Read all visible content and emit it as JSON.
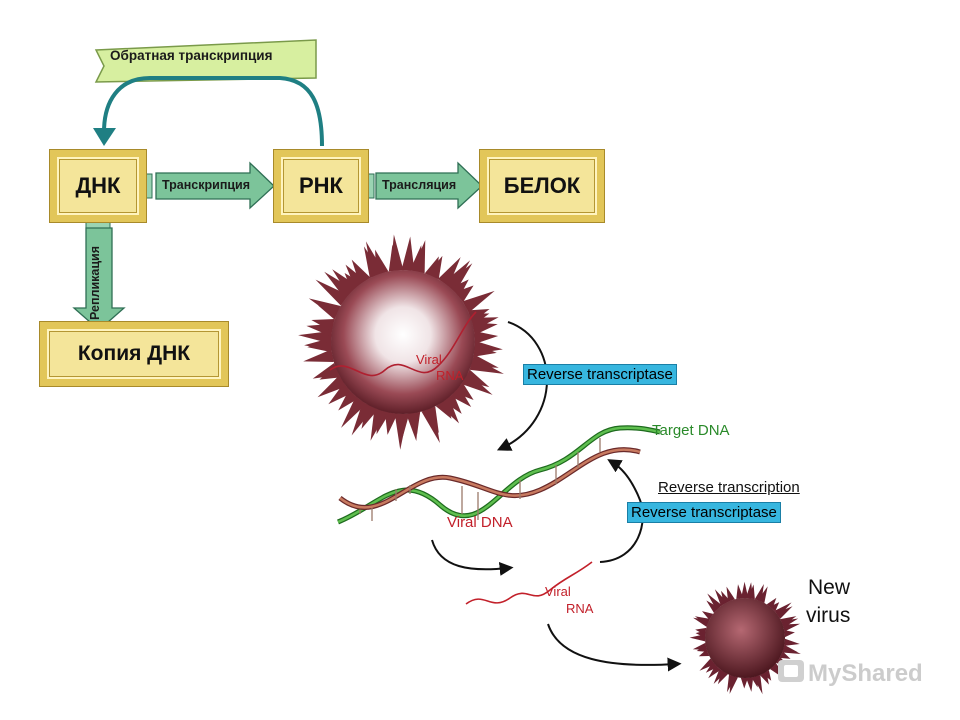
{
  "flow": {
    "reverse_transcription_ru": "Обратная транскрипция",
    "dna": "ДНК",
    "rna": "РНК",
    "protein": "БЕЛОК",
    "transcription": "Транскрипция",
    "translation": "Трансляция",
    "replication": "Репликация",
    "dna_copy": "Копия ДНК"
  },
  "virus": {
    "viral_label_1": "Viral",
    "rna_label_1": "RNA",
    "reverse_transcriptase_1": "Reverse transcriptase",
    "target_dna": "Target DNA",
    "reverse_transcription": "Reverse transcription",
    "reverse_transcriptase_2": "Reverse transcriptase",
    "viral_dna": "Viral DNA",
    "viral_label_2": "Viral",
    "rna_label_2": "RNA",
    "new_virus_line1": "New",
    "new_virus_line2": "virus"
  },
  "watermark": "MyShared",
  "colors": {
    "box_fill": "#f4e59a",
    "box_border": "#e2c659",
    "arrow_fill": "#7cc49a",
    "banner_fill": "#d7efa0",
    "teal": "#1f7f83",
    "tag_fill": "#37b6df",
    "virus": "#8c3a45",
    "viral_red": "#c2202a",
    "target_green": "#2a8a2a"
  }
}
